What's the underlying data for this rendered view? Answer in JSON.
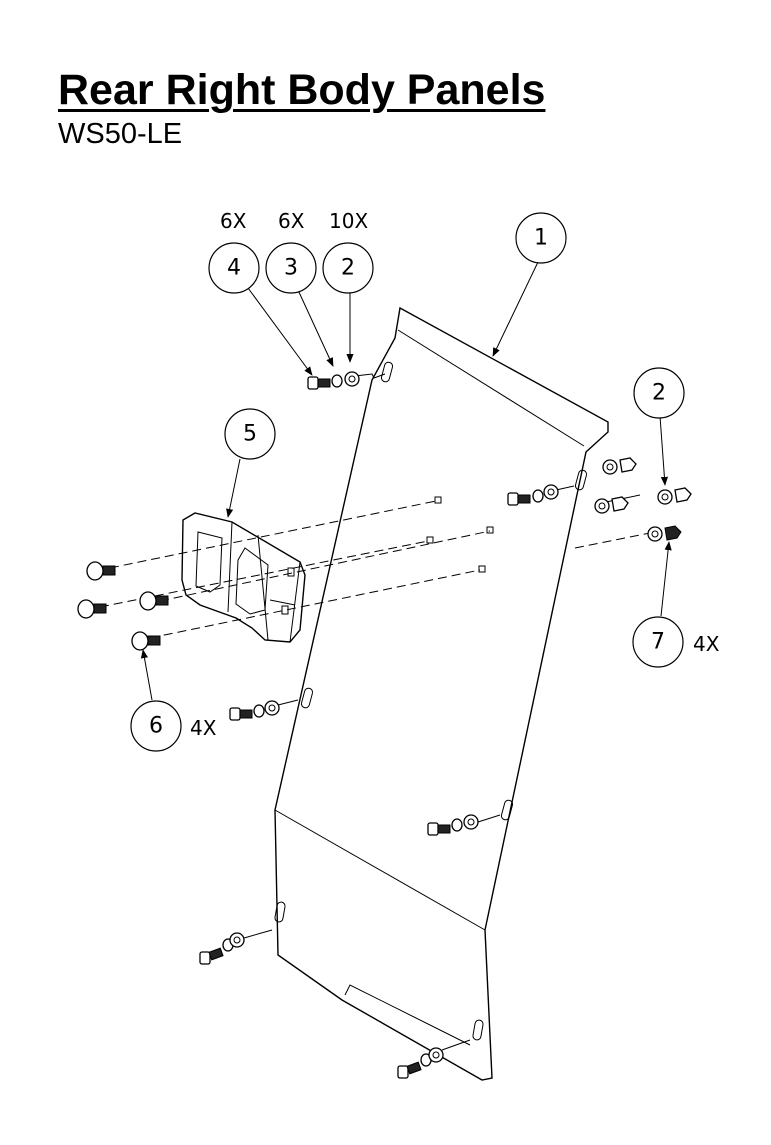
{
  "title": "Rear Right Body Panels",
  "subtitle": "WS50-LE",
  "callouts": [
    {
      "id": "callout-1",
      "number": "1",
      "qty": ""
    },
    {
      "id": "callout-2-top",
      "number": "2",
      "qty": "10X"
    },
    {
      "id": "callout-2-right",
      "number": "2",
      "qty": ""
    },
    {
      "id": "callout-3",
      "number": "3",
      "qty": "6X"
    },
    {
      "id": "callout-4",
      "number": "4",
      "qty": "6X"
    },
    {
      "id": "callout-5",
      "number": "5",
      "qty": ""
    },
    {
      "id": "callout-6",
      "number": "6",
      "qty": "4X"
    },
    {
      "id": "callout-7",
      "number": "7",
      "qty": "4X"
    }
  ]
}
